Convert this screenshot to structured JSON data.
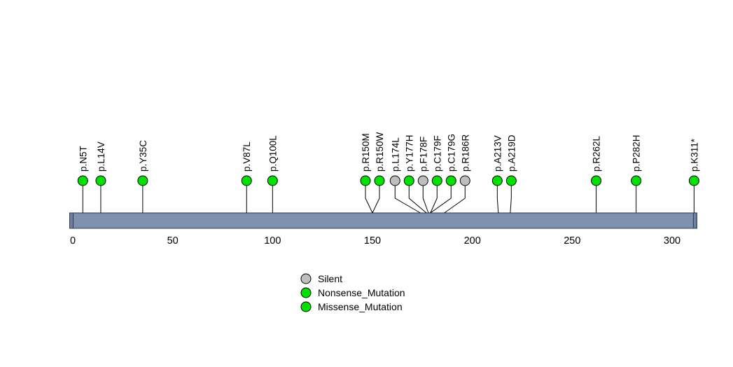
{
  "chart_data": {
    "type": "lollipop",
    "title": "",
    "xlabel": "",
    "protein_length": 311,
    "xlim": [
      0,
      311
    ],
    "x_axis_ticks": [
      0,
      50,
      100,
      150,
      200,
      250,
      300
    ],
    "grid": false,
    "legend_position": "bottom-center",
    "colors": {
      "Silent": "#BEBEBE",
      "Nonsense_Mutation": "#00E100",
      "Missense_Mutation": "#00E100",
      "backbone": "#7E91AF",
      "backbone_cap": "#6D82A2",
      "backbone_border": "#2E3A50",
      "stem": "#000000",
      "marker_outline": "#000000",
      "text": "#000000"
    },
    "legend": [
      {
        "label": "Silent",
        "type": "Silent"
      },
      {
        "label": "Nonsense_Mutation",
        "type": "Nonsense_Mutation"
      },
      {
        "label": "Missense_Mutation",
        "type": "Missense_Mutation"
      }
    ],
    "mutations": [
      {
        "label": "p.N5T",
        "position": 5,
        "type": "Missense_Mutation"
      },
      {
        "label": "p.L14V",
        "position": 14,
        "type": "Missense_Mutation"
      },
      {
        "label": "p.Y35C",
        "position": 35,
        "type": "Missense_Mutation"
      },
      {
        "label": "p.V87L",
        "position": 87,
        "type": "Missense_Mutation"
      },
      {
        "label": "p.Q100L",
        "position": 100,
        "type": "Missense_Mutation"
      },
      {
        "label": "p.R150M",
        "position": 150,
        "type": "Missense_Mutation"
      },
      {
        "label": "p.R150W",
        "position": 150,
        "type": "Missense_Mutation"
      },
      {
        "label": "p.L174L",
        "position": 174,
        "type": "Silent"
      },
      {
        "label": "p.Y177H",
        "position": 177,
        "type": "Missense_Mutation"
      },
      {
        "label": "p.F178F",
        "position": 178,
        "type": "Silent"
      },
      {
        "label": "p.C179F",
        "position": 179,
        "type": "Missense_Mutation"
      },
      {
        "label": "p.C179G",
        "position": 179,
        "type": "Missense_Mutation"
      },
      {
        "label": "p.R186R",
        "position": 186,
        "type": "Silent"
      },
      {
        "label": "p.A213V",
        "position": 213,
        "type": "Missense_Mutation"
      },
      {
        "label": "p.A219D",
        "position": 219,
        "type": "Missense_Mutation"
      },
      {
        "label": "p.R262L",
        "position": 262,
        "type": "Missense_Mutation"
      },
      {
        "label": "p.P282H",
        "position": 282,
        "type": "Missense_Mutation"
      },
      {
        "label": "p.K311*",
        "position": 311,
        "type": "Nonsense_Mutation"
      }
    ]
  }
}
